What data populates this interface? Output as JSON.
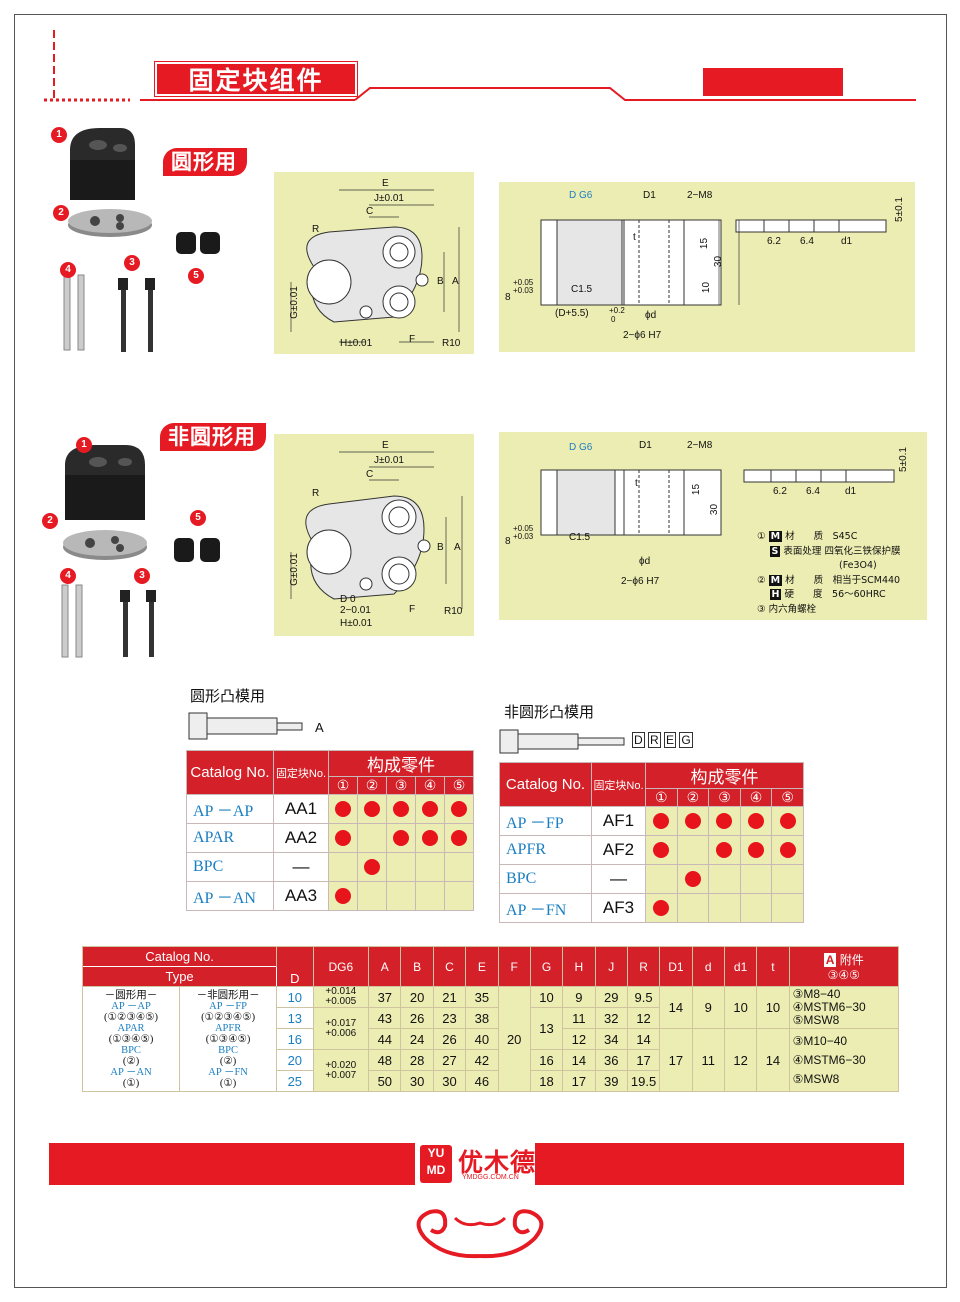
{
  "header": {
    "title": "固定块组件"
  },
  "sections": {
    "round": "圆形用",
    "nonround": "非圆形用"
  },
  "badges": [
    "1",
    "2",
    "3",
    "4",
    "5"
  ],
  "drawing_round": {
    "dims": [
      "E",
      "J±0.01",
      "C",
      "R",
      "B",
      "A",
      "G±0.01",
      "H±0.01",
      "F",
      "R10"
    ]
  },
  "drawing_side_round": {
    "dims": [
      "D G6",
      "D1",
      "2−M8",
      "t",
      "15",
      "30",
      "10",
      "8",
      "+0.05",
      "+0.03",
      "C1.5",
      "(D+5.5)",
      "+0.2",
      "0",
      "ϕd",
      "2−ϕ6 H7",
      "6.2",
      "6.4",
      "d1",
      "5±0.1"
    ]
  },
  "drawing_nonround": {
    "dims": [
      "E",
      "J±0.01",
      "C",
      "R",
      "B",
      "A",
      "G±0.01",
      "D 0",
      "2−0.01",
      "H±0.01",
      "F",
      "R10"
    ]
  },
  "drawing_side_nonround": {
    "dims": [
      "D G6",
      "D1",
      "2−M8",
      "t",
      "15",
      "30",
      "8",
      "+0.05",
      "+0.03",
      "C1.5",
      "ϕd",
      "2−ϕ6 H7",
      "6.2",
      "6.4",
      "d1",
      "5±0.1"
    ]
  },
  "materials": [
    {
      "num": "①",
      "icon": "M",
      "label": "材　　质",
      "value": "S45C"
    },
    {
      "num": "",
      "icon": "S",
      "label": "表面处理",
      "value": "四氧化三铁保护膜"
    },
    {
      "num": "",
      "icon": "",
      "label": "",
      "value": "(Fe3O4)"
    },
    {
      "num": "②",
      "icon": "M",
      "label": "材　　质",
      "value": "相当于SCM440"
    },
    {
      "num": "",
      "icon": "H",
      "label": "硬　　度",
      "value": "56～60HRC"
    },
    {
      "num": "③",
      "icon": "",
      "label": "内六角螺栓",
      "value": ""
    }
  ],
  "round_punch": {
    "label": "圆形凸模用",
    "tip": "A"
  },
  "nonround_punch": {
    "label": "非圆形凸模用",
    "tips": [
      "D",
      "R",
      "E",
      "G"
    ]
  },
  "table_round": {
    "h_catalog": "Catalog No.",
    "h_block": "固定块No.",
    "h_parts": "构成零件",
    "nums": [
      "①",
      "②",
      "③",
      "④",
      "⑤"
    ],
    "rows": [
      {
        "cat": "AP －AP",
        "code": "AA1",
        "dots": [
          1,
          1,
          1,
          1,
          1
        ]
      },
      {
        "cat": "APAR",
        "code": "AA2",
        "dots": [
          1,
          0,
          1,
          1,
          1
        ]
      },
      {
        "cat": "BPC",
        "code": "—",
        "dots": [
          0,
          1,
          0,
          0,
          0
        ]
      },
      {
        "cat": "AP －AN",
        "code": "AA3",
        "dots": [
          1,
          0,
          0,
          0,
          0
        ]
      }
    ]
  },
  "table_nonround": {
    "h_catalog": "Catalog No.",
    "h_block": "固定块No.",
    "h_parts": "构成零件",
    "nums": [
      "①",
      "②",
      "③",
      "④",
      "⑤"
    ],
    "rows": [
      {
        "cat": "AP －FP",
        "code": "AF1",
        "dots": [
          1,
          1,
          1,
          1,
          1
        ]
      },
      {
        "cat": "APFR",
        "code": "AF2",
        "dots": [
          1,
          0,
          1,
          1,
          1
        ]
      },
      {
        "cat": "BPC",
        "code": "—",
        "dots": [
          0,
          1,
          0,
          0,
          0
        ]
      },
      {
        "cat": "AP －FN",
        "code": "AF3",
        "dots": [
          1,
          0,
          0,
          0,
          0
        ]
      }
    ]
  },
  "spec_table": {
    "h_catalog": "Catalog No.",
    "h_type": "Type",
    "h_d": "D",
    "h_dg6": "DG6",
    "cols": [
      "A",
      "B",
      "C",
      "E",
      "F",
      "G",
      "H",
      "J",
      "R",
      "D1",
      "d",
      "d1",
      "t"
    ],
    "h_attach": "附件",
    "h_attach_icon": "A",
    "h_attach_nums": "③④⑤",
    "types_round": [
      "－圆形用－",
      "AP －AP",
      "(①②③④⑤)",
      "APAR",
      "(①③④⑤)",
      "BPC",
      "(②)",
      "AP －AN",
      "(①)"
    ],
    "types_nonround": [
      "－非圆形用－",
      "AP －FP",
      "(①②③④⑤)",
      "APFR",
      "(①③④⑤)",
      "BPC",
      "(②)",
      "AP －FN",
      "(①)"
    ],
    "D": [
      "10",
      "13",
      "16",
      "20",
      "25"
    ],
    "tol": [
      "+0.014",
      "+0.005",
      "+0.017",
      "+0.006",
      "+0.020",
      "+0.007"
    ],
    "A": [
      "37",
      "43",
      "44",
      "48",
      "50"
    ],
    "B": [
      "20",
      "26",
      "24",
      "28",
      "30"
    ],
    "C": [
      "21",
      "23",
      "26",
      "27",
      "30"
    ],
    "E": [
      "35",
      "38",
      "40",
      "42",
      "46"
    ],
    "F": "20",
    "G": [
      "10",
      "13",
      "16",
      "18"
    ],
    "H": [
      "9",
      "11",
      "12",
      "14",
      "17"
    ],
    "J": [
      "29",
      "32",
      "34",
      "36",
      "39"
    ],
    "R": [
      "9.5",
      "12",
      "14",
      "17",
      "19.5"
    ],
    "D1": [
      "14",
      "17"
    ],
    "d": [
      "9",
      "11"
    ],
    "d1": [
      "10",
      "12"
    ],
    "t": [
      "10",
      "14"
    ],
    "attach1": [
      "③M8−40",
      "④MSTM6−30",
      "⑤MSW8"
    ],
    "attach2": [
      "③M10−40",
      "④MSTM6−30",
      "⑤MSW8"
    ]
  },
  "footer": {
    "logo_top": "YU",
    "logo_bottom": "MD",
    "brand": "优木德",
    "url": "YMDGG.COM.CN"
  }
}
